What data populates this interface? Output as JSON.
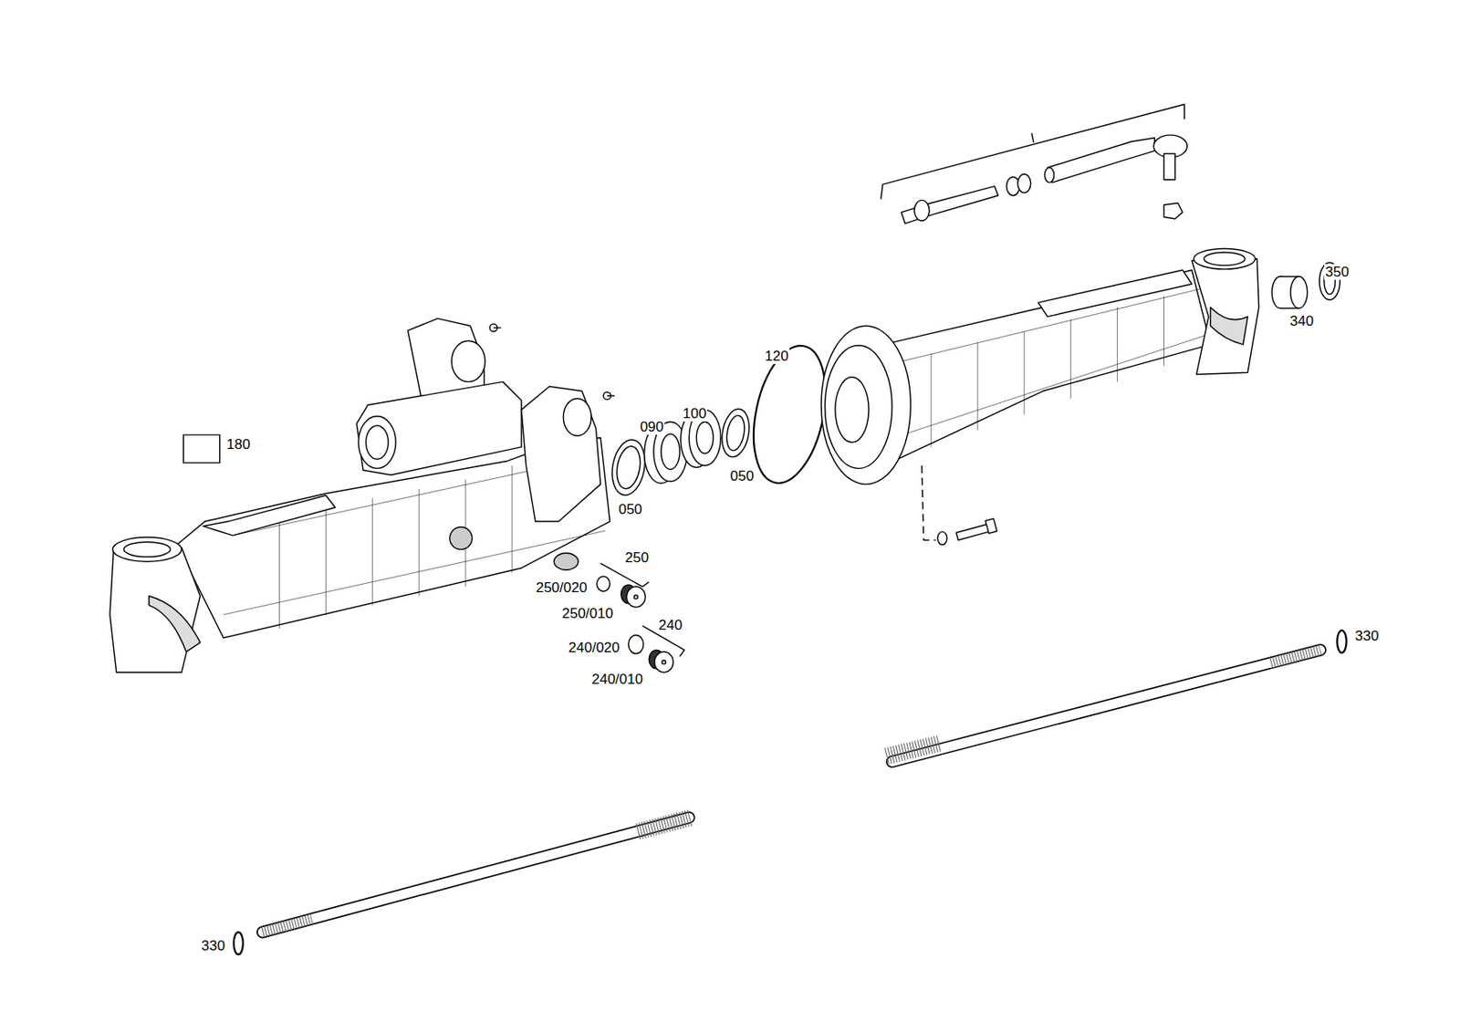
{
  "diagram": {
    "labels": [
      "180",
      "090",
      "100",
      "050",
      "050",
      "120",
      "250",
      "250/020",
      "250/010",
      "240",
      "240/020",
      "240/010",
      "340",
      "350",
      "330",
      "330"
    ]
  }
}
